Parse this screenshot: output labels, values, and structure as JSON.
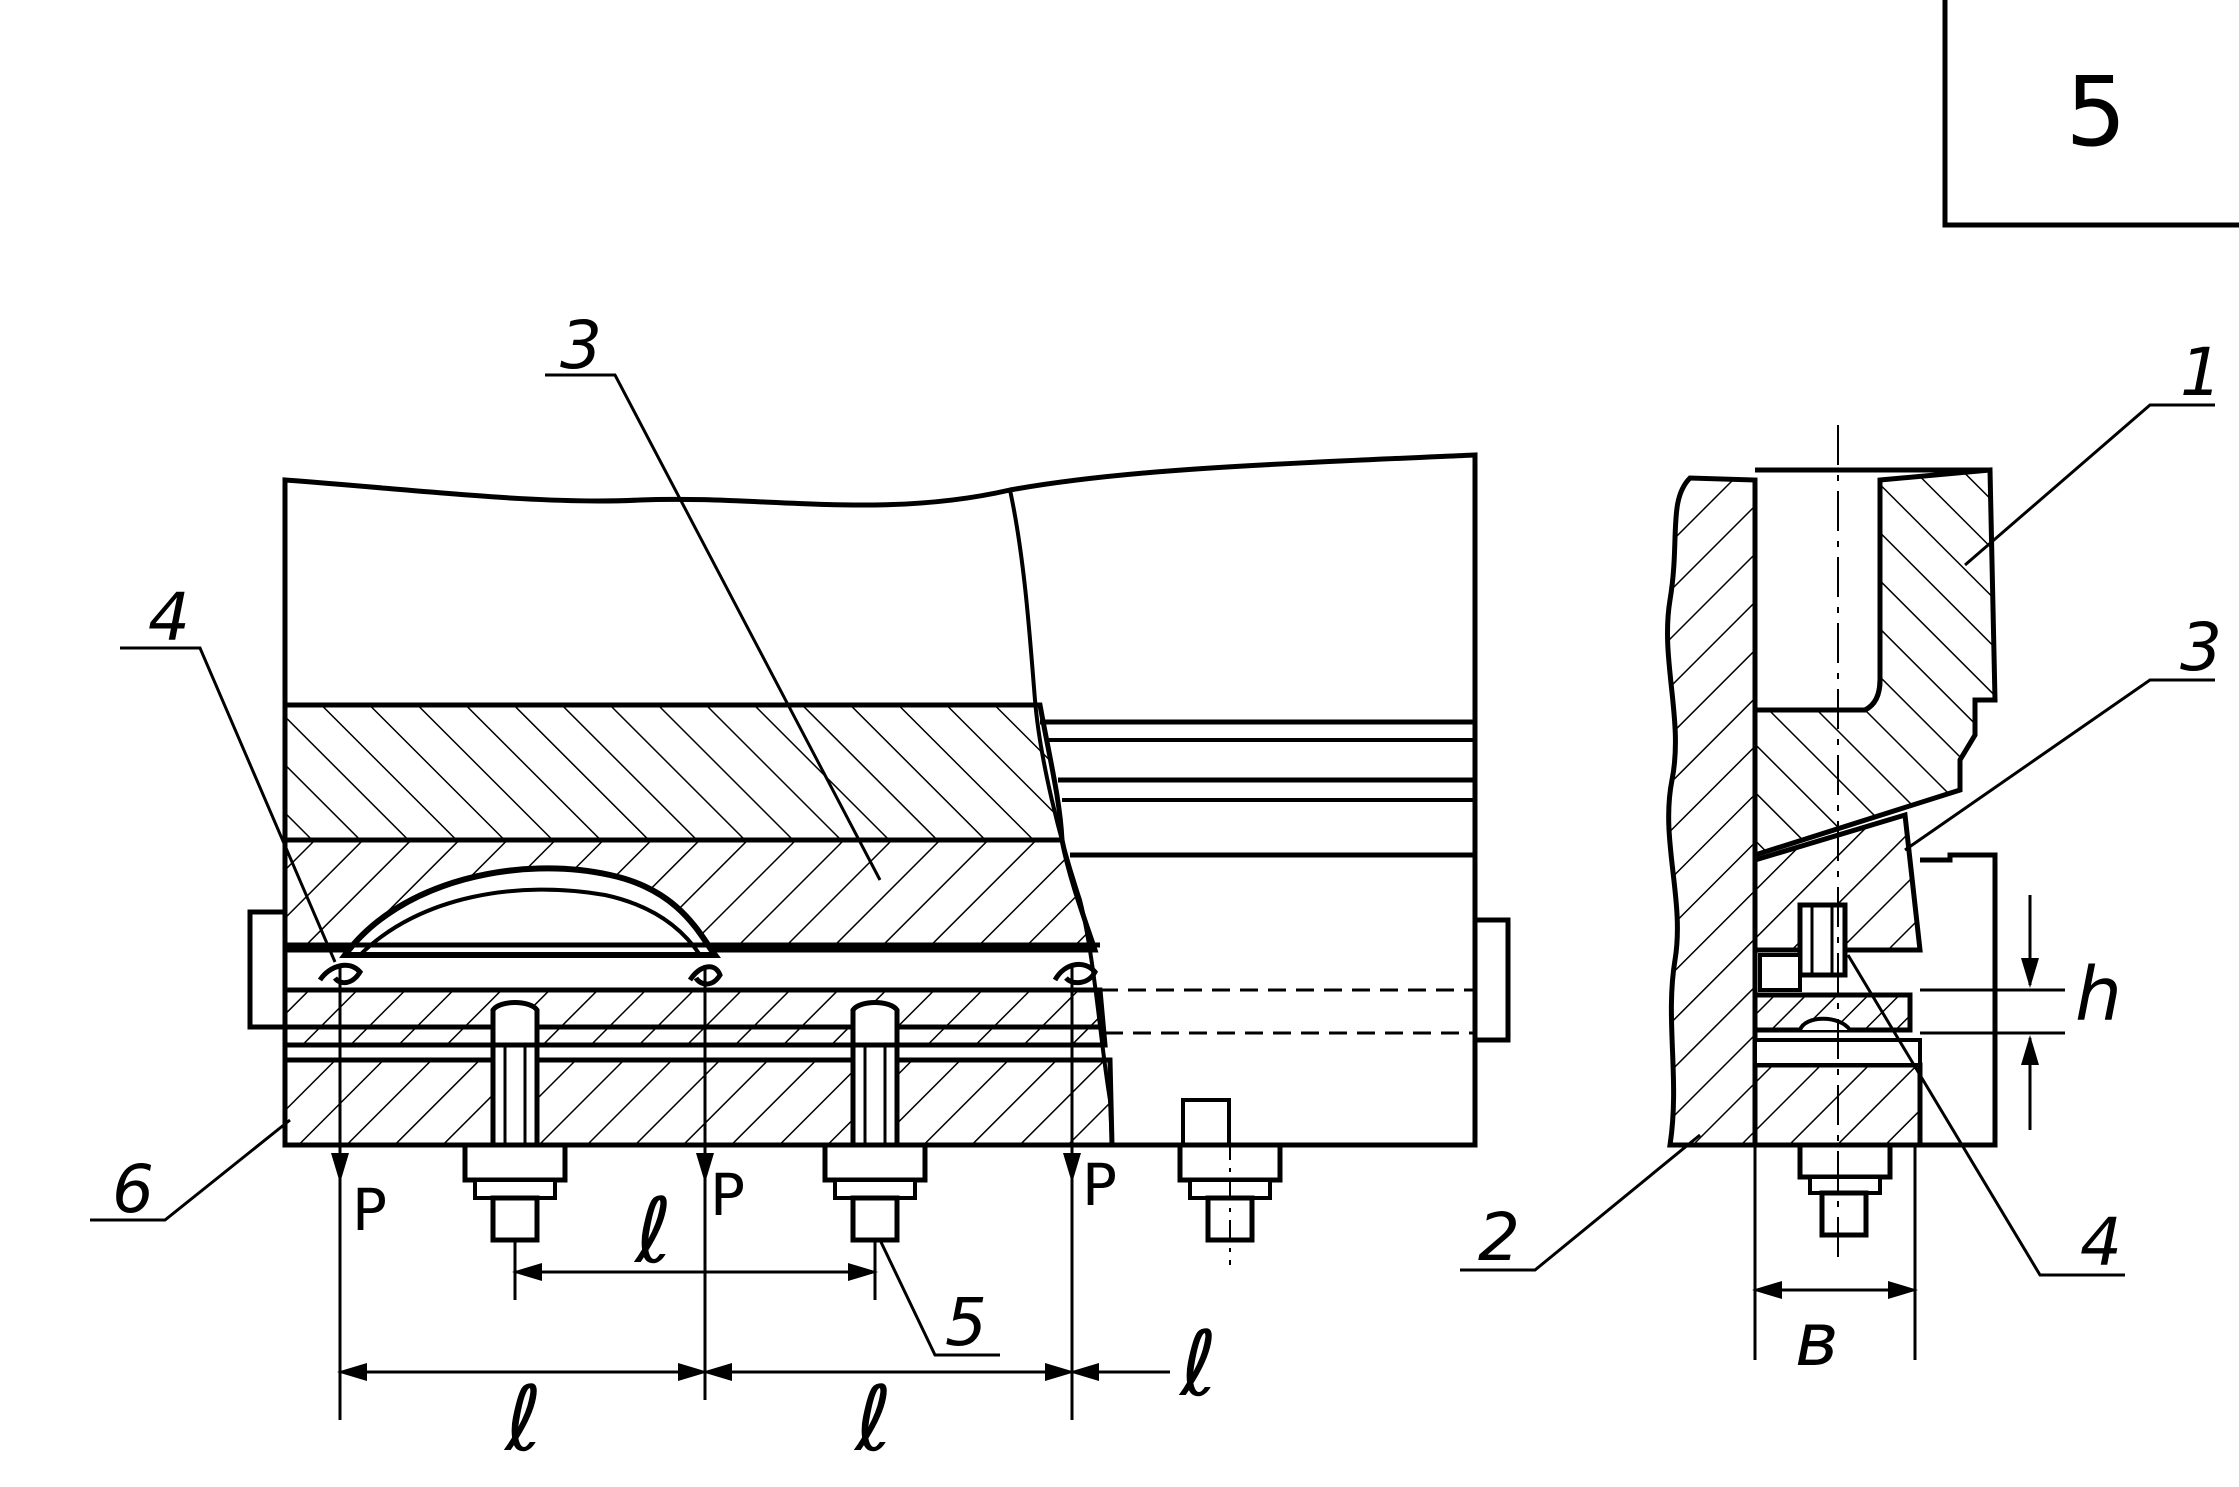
{
  "sheet": {
    "number": "5"
  },
  "left_view": {
    "part_labels": {
      "p3": "3",
      "p4": "4",
      "p5": "5",
      "p6": "6"
    },
    "force_label": "P",
    "dim_label": "ℓ"
  },
  "right_view": {
    "part_labels": {
      "p1": "1",
      "p2": "2",
      "p3": "3",
      "p4": "4"
    },
    "dim_h": "h",
    "dim_b": "в"
  }
}
